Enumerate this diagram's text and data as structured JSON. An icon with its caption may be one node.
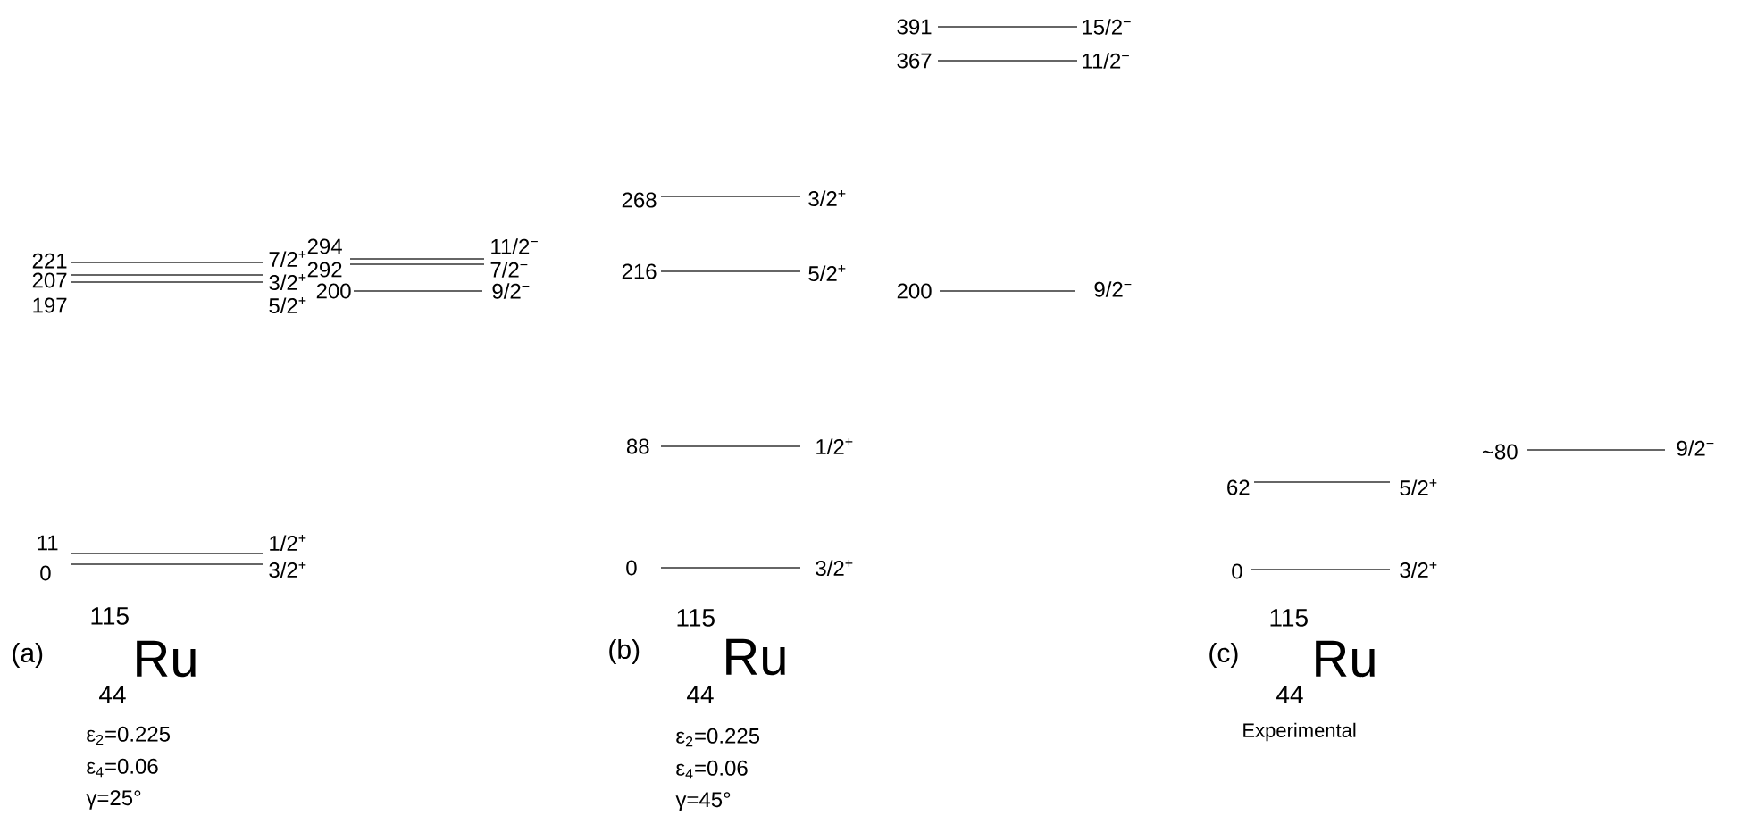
{
  "diagram": {
    "labels": [
      "221",
      "7/2$^{+}$",
      "207",
      "3/2$^{+}$",
      "197",
      "5/2$^{+}$",
      "11",
      "1/2$^{+}$",
      "0",
      "3/2$^{+}$",
      "(a)",
      "115",
      "44",
      "Ru",
      "ε$_{2}$=0.225",
      "ε$_{4}$=0.06",
      "γ=25°",
      "294",
      "11/2$^{−}$",
      "292",
      "7/2$^{−}$",
      "200",
      "9/2$^{−}$",
      "391",
      "15/2$^{−}$",
      "367",
      "11/2$^{−}$",
      "268",
      "3/2$^{+}$",
      "216",
      "5/2$^{+}$",
      "200",
      "9/2$^{−}$",
      "88",
      "1/2$^{+}$",
      "0",
      "3/2$^{+}$",
      "(b)",
      "115",
      "44",
      "Ru",
      "ε$_{2}$=0.225",
      "ε$_{4}$=0.06",
      "γ=45°",
      "62",
      "5/2$^{+}$",
      "~80",
      "9/2$^{−}$",
      "0",
      "3/2$^{+}$",
      "(c)",
      "115",
      "44",
      "Ru",
      "Experimental"
    ]
  }
}
